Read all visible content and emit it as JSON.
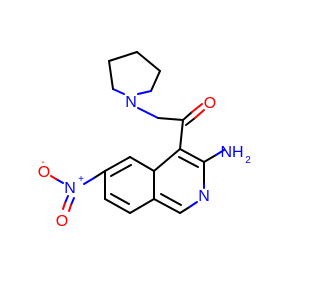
{
  "molecule": {
    "atom_labels": {
      "ring_nitrogen": "N",
      "amide_nitrogen": "N",
      "carbonyl_oxygen": "O",
      "amine": "NH",
      "amine_h_count": "2",
      "nitro_nitrogen": "N",
      "nitro_n_charge": "+",
      "nitro_oxygen_double": "O",
      "nitro_oxygen_single": "O",
      "nitro_o_charge": "-"
    },
    "colors": {
      "carbon_bond": "#000000",
      "nitrogen": "#0000ff",
      "oxygen": "#ff0000"
    }
  }
}
